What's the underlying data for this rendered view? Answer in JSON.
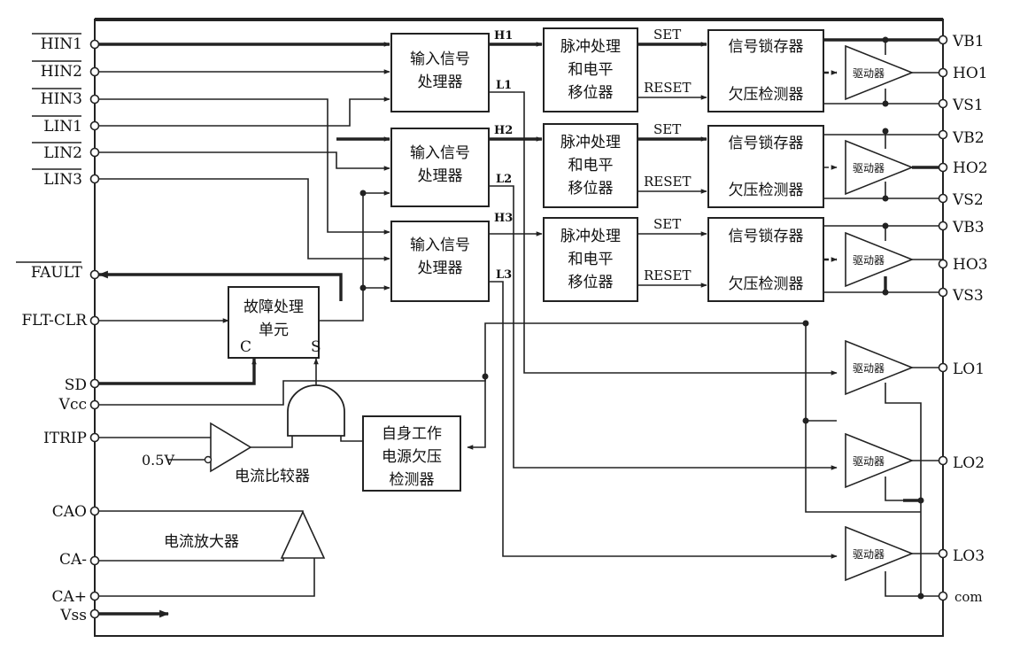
{
  "pins_left": {
    "hin1": "HIN1",
    "hin2": "HIN2",
    "hin3": "HIN3",
    "lin1": "LIN1",
    "lin2": "LIN2",
    "lin3": "LIN3",
    "fault": "FAULT",
    "fltclr": "FLT-CLR",
    "sd": "SD",
    "vcc": "Vcc",
    "itrip": "ITRIP",
    "cao": "CAO",
    "ca_minus": "CA-",
    "ca_plus": "CA+",
    "vss": "Vss"
  },
  "pins_right": {
    "vb1": "VB1",
    "ho1": "HO1",
    "vs1": "VS1",
    "vb2": "VB2",
    "ho2": "HO2",
    "vs2": "VS2",
    "vb3": "VB3",
    "ho3": "HO3",
    "vs3": "VS3",
    "lo1": "LO1",
    "lo2": "LO2",
    "lo3": "LO3",
    "com": "com"
  },
  "input_proc": [
    "输入信号",
    "处理器"
  ],
  "pulse_shift": [
    "脉冲处理",
    "和电平",
    "移位器"
  ],
  "latch": "信号锁存器",
  "uv_detect": "欠压检测器",
  "driver": "驱动器",
  "sig": {
    "h1": "H1",
    "l1": "L1",
    "h2": "H2",
    "l2": "L2",
    "h3": "H3",
    "l3": "L3",
    "set": "SET",
    "reset": "RESET"
  },
  "fault_unit": {
    "line1": "故障处理",
    "line2": "单元",
    "c": "C",
    "s": "S"
  },
  "self_uv": [
    "自身工作",
    "电源欠压",
    "检测器"
  ],
  "comparator": {
    "label": "电流比较器",
    "ref": "0.5V"
  },
  "current_amp": "电流放大器"
}
